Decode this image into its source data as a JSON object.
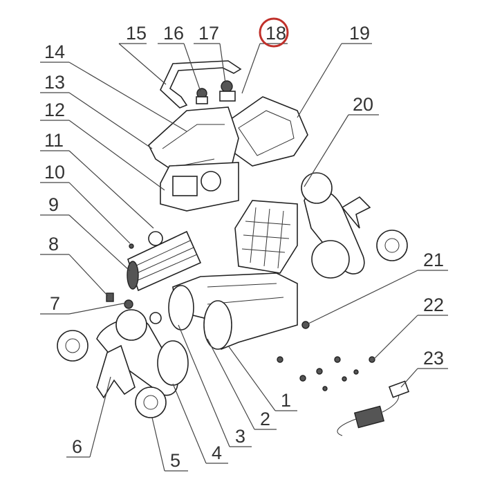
{
  "diagram": {
    "type": "exploded-parts-view",
    "highlight_color": "#c0302a",
    "highlighted_part": "18",
    "part_labels": [
      "1",
      "2",
      "3",
      "4",
      "5",
      "6",
      "7",
      "8",
      "9",
      "10",
      "11",
      "12",
      "13",
      "14",
      "15",
      "16",
      "17",
      "18",
      "19",
      "20",
      "21",
      "22",
      "23"
    ]
  }
}
